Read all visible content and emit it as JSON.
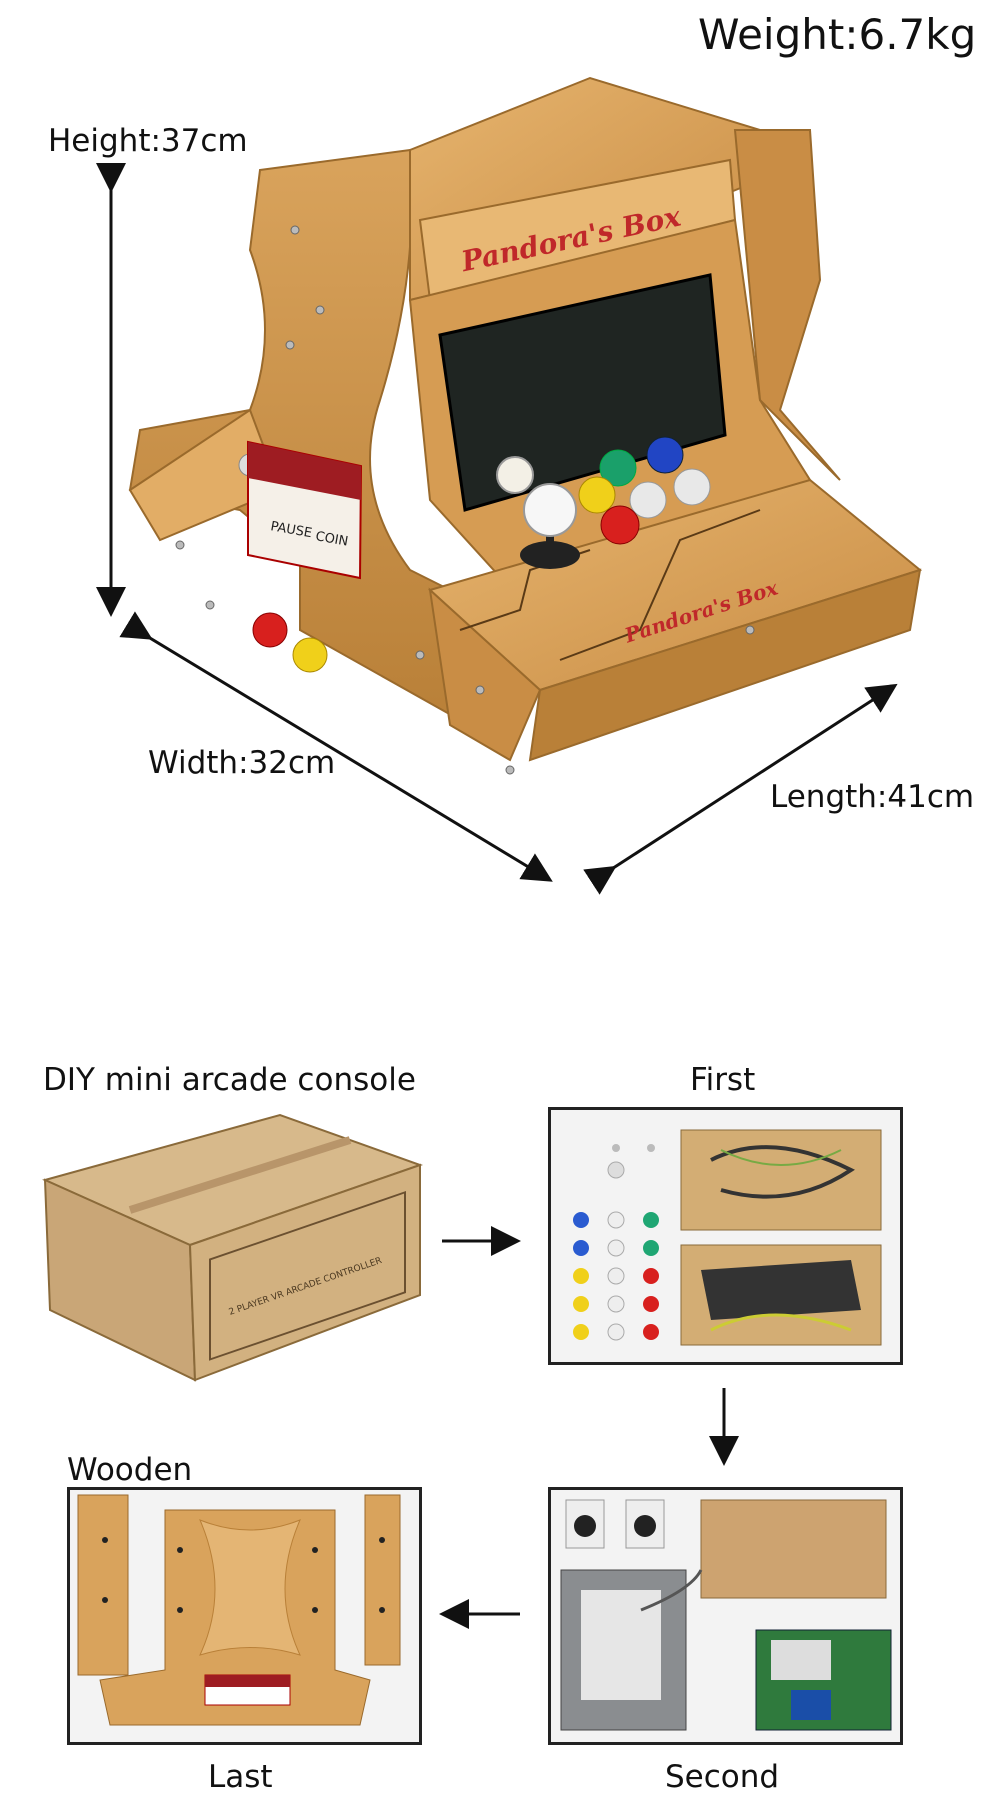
{
  "specs": {
    "weight": "Weight:6.7kg",
    "height": "Height:37cm",
    "width": "Width:32cm",
    "length": "Length:41cm"
  },
  "cabinet": {
    "marquee_logo": "Pandora's Box",
    "panel_logo": "Pandora's Box",
    "sticker_pause": "PAUSE",
    "sticker_coin": "COIN"
  },
  "steps": {
    "box_caption": "DIY mini arcade console",
    "first_caption": "First",
    "second_caption": "Second",
    "wooden_caption": "Wooden",
    "last_caption": "Last",
    "box_print": "2 PLAYER VR ARCADE CONTROLLER"
  },
  "colors": {
    "wood": "#d9a35c",
    "wood_dark": "#b98038",
    "cardboard": "#c9a677",
    "accent_red": "#c0282a"
  }
}
